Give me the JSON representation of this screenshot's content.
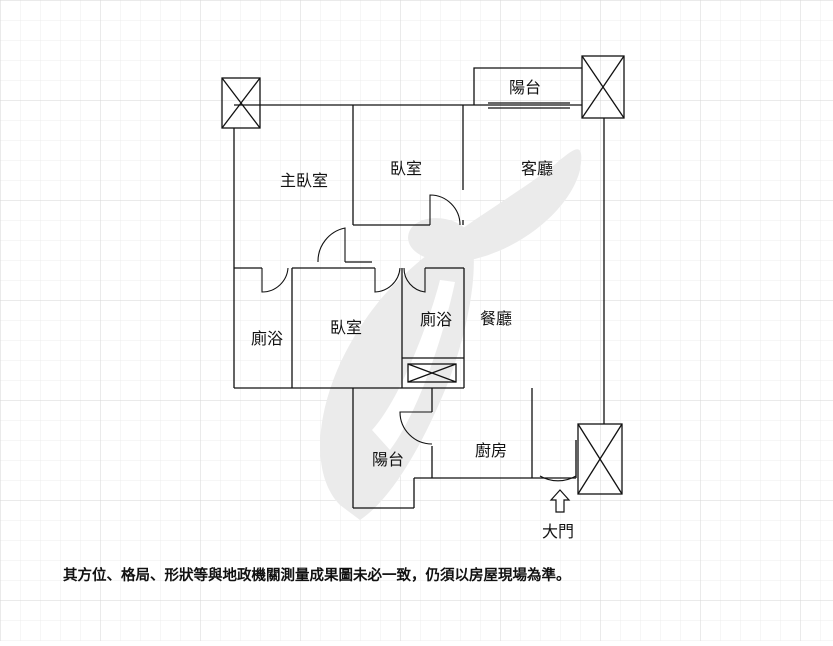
{
  "rooms": {
    "master_bedroom": "主臥室",
    "bedroom_top": "臥室",
    "living_room": "客廳",
    "bathroom_left": "廁浴",
    "bedroom_mid": "臥室",
    "bathroom_mid": "廁浴",
    "dining_room": "餐廳",
    "balcony_top": "陽台",
    "balcony_bottom": "陽台",
    "kitchen": "廚房"
  },
  "entrance_label": "大門",
  "disclaimer": "其方位、格局、形狀等與地政機關測量成果圖未必一致，仍須以房屋現場為準。",
  "colors": {
    "grid_minor": "#ececec",
    "grid_major": "#d6d6d6",
    "watermark": "#ebebeb",
    "line": "#111111"
  }
}
